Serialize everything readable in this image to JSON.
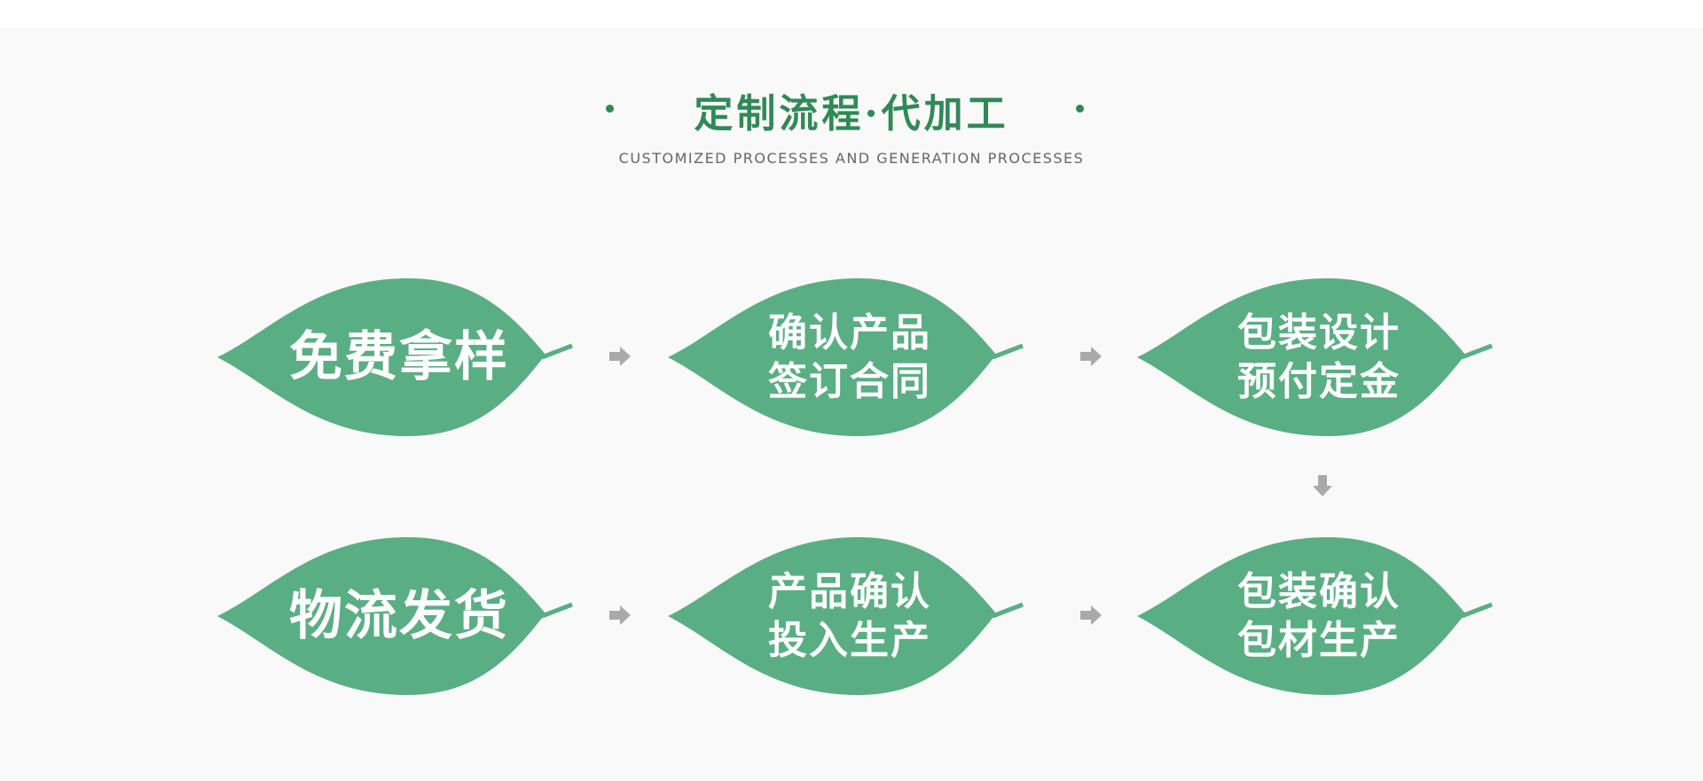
{
  "header": {
    "title": "定制流程·代加工",
    "subtitle": "CUSTOMIZED PROCESSES AND GENERATION PROCESSES"
  },
  "colors": {
    "leaf": "#5aae84",
    "title": "#2f8a55",
    "arrow": "#a9a9a9"
  },
  "steps": [
    {
      "lines": [
        "免费拿样"
      ]
    },
    {
      "lines": [
        "确认产品",
        "签订合同"
      ]
    },
    {
      "lines": [
        "包装设计",
        "预付定金"
      ]
    },
    {
      "lines": [
        "物流发货"
      ]
    },
    {
      "lines": [
        "产品确认",
        "投入生产"
      ]
    },
    {
      "lines": [
        "包装确认",
        "包材生产"
      ]
    }
  ]
}
